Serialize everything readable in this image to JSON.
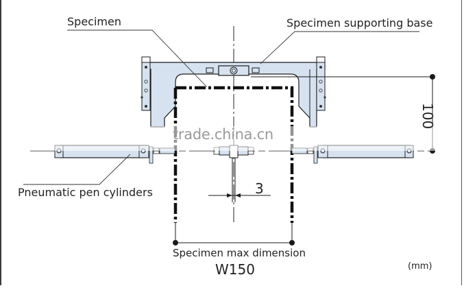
{
  "labels": {
    "specimen": "Specimen",
    "specimen_supporting_base": "Specimen supporting base",
    "pneumatic_pen_cylinders": "Pneumatic pen cylinders",
    "specimen_max_dimension": "Specimen max dimension",
    "width_value": "W150",
    "pen_gap": "3",
    "height_value": "100",
    "units": "(mm)"
  },
  "watermark": "trade.china.cn",
  "colors": {
    "part_fill": "#d6e2f0",
    "line": "#1a1a1a",
    "specimen_outline": "#111111"
  }
}
